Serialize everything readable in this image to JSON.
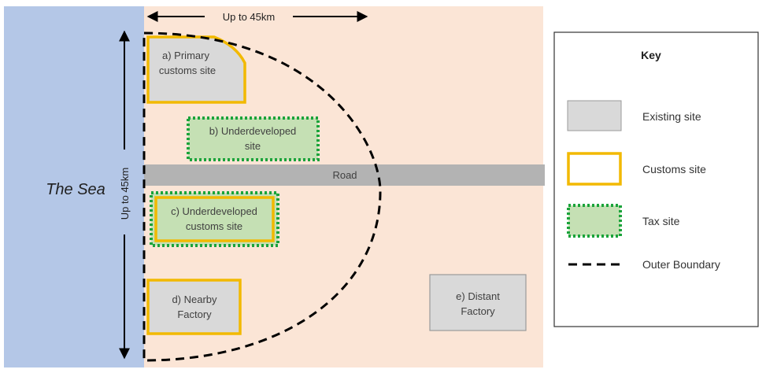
{
  "map": {
    "sea_label": "The Sea",
    "horizontal_distance": "Up to 45km",
    "vertical_distance": "Up to 45km",
    "road_label": "Road",
    "sites": [
      {
        "id": "a",
        "lines": [
          "a) Primary",
          "customs site"
        ],
        "kind": "existing-customs"
      },
      {
        "id": "b",
        "lines": [
          "b) Underdeveloped",
          "site"
        ],
        "kind": "tax"
      },
      {
        "id": "c",
        "lines": [
          "c) Underdeveloped",
          "customs site"
        ],
        "kind": "tax-customs"
      },
      {
        "id": "d",
        "lines": [
          "d) Nearby",
          "Factory"
        ],
        "kind": "existing-customs"
      },
      {
        "id": "e",
        "lines": [
          "e) Distant",
          "Factory"
        ],
        "kind": "existing"
      }
    ]
  },
  "key": {
    "title": "Key",
    "items": [
      {
        "label": "Existing site",
        "swatch": "existing"
      },
      {
        "label": "Customs site",
        "swatch": "customs"
      },
      {
        "label": "Tax site",
        "swatch": "tax"
      },
      {
        "label": "Outer Boundary",
        "swatch": "boundary"
      }
    ]
  },
  "colors": {
    "sea": "#b4c7e7",
    "land": "#fbe5d6",
    "road": "#b3b3b3",
    "existing_fill": "#d9d9d9",
    "customs_border": "#f2b900",
    "tax_border": "#1aa33a",
    "tax_fill": "#c5e0b4",
    "boundary": "#000000"
  }
}
